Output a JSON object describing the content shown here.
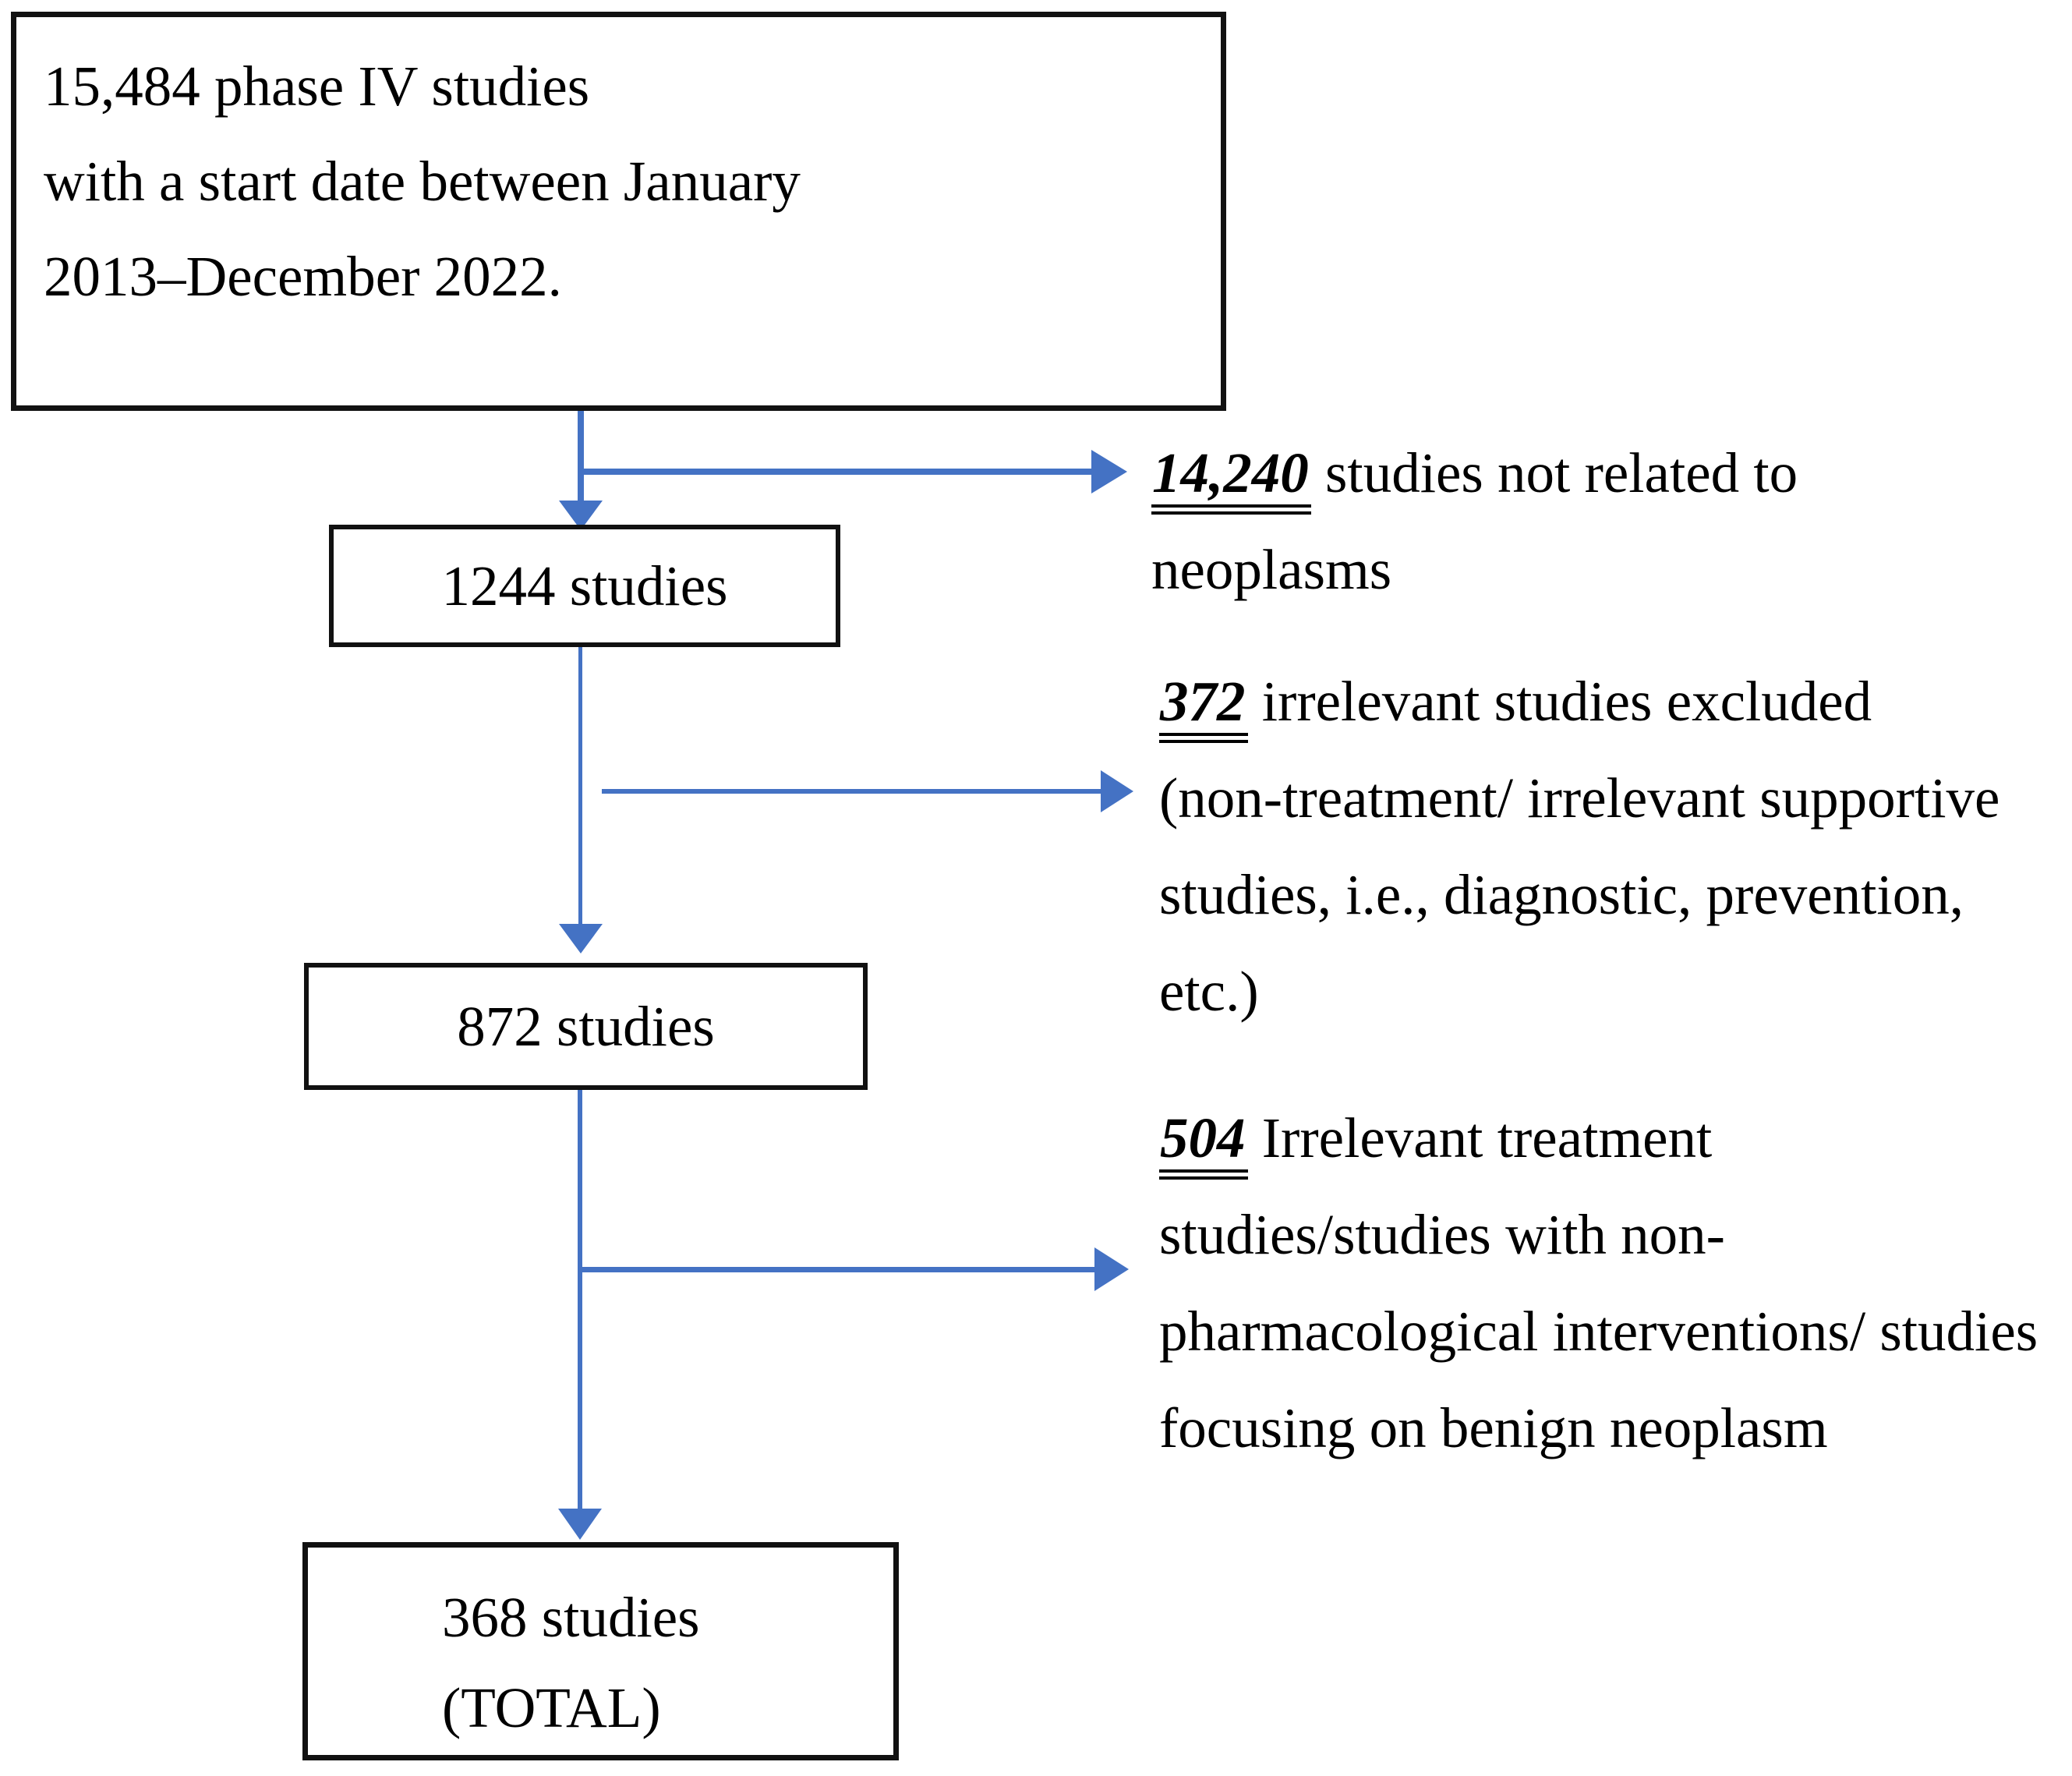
{
  "colors": {
    "arrow": "#4472C4",
    "box_border": "#111111",
    "text": "#000000",
    "background": "#ffffff"
  },
  "source_box": {
    "lines": [
      "15,484 phase IV studies",
      "with a start date between January",
      "2013–December 2022."
    ]
  },
  "stage_boxes": {
    "screened": {
      "label": "1244 studies"
    },
    "eligible": {
      "label": "872 studies"
    },
    "total": {
      "line1": "368 studies",
      "line2": "(TOTAL)"
    }
  },
  "notes": [
    {
      "number": "14,240",
      "first_line_rest": " studies not related to",
      "lines": [
        "neoplasms"
      ]
    },
    {
      "number": "372",
      "first_line_rest": " irrelevant studies excluded",
      "lines": [
        "(non-treatment/ irrelevant supportive",
        "studies, i.e., diagnostic, prevention,",
        "etc.)"
      ]
    },
    {
      "number": "504",
      "first_line_rest": " Irrelevant treatment",
      "lines": [
        "studies/studies with non-",
        "pharmacological interventions/ studies",
        "focusing on benign neoplasm"
      ]
    }
  ]
}
